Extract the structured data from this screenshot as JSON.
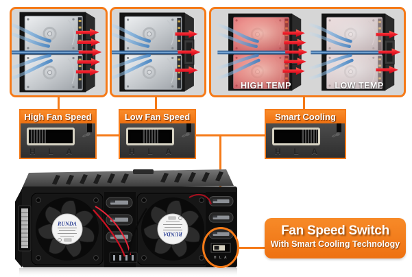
{
  "colors": {
    "accent_orange": "#f57a18",
    "panel_background": "#d6d6d6",
    "red_arrow": "#e8182a",
    "blue_stream": "#5c9bd6"
  },
  "airflow_panels": {
    "high_speed": {
      "arrows_out": 5
    },
    "low_speed": {
      "arrows_out": 3
    },
    "smart": {
      "high_temp_label": "HIGH TEMP",
      "low_temp_label": "LOW TEMP",
      "high_temp_arrows": 5,
      "low_temp_arrows": 3
    }
  },
  "switches": [
    {
      "label": "High Fan Speed",
      "position": "H"
    },
    {
      "label": "Low Fan Speed",
      "position": "L"
    },
    {
      "label": "Smart Cooling",
      "position": "A"
    }
  ],
  "switch_markings": {
    "letters": [
      "H",
      "L",
      "A"
    ]
  },
  "rear_panel": {
    "fan_brand": "RUNDA",
    "switch_letters": "H L A"
  },
  "callout": {
    "title": "Fan Speed Switch",
    "subtitle": "With Smart Cooling Technology"
  }
}
